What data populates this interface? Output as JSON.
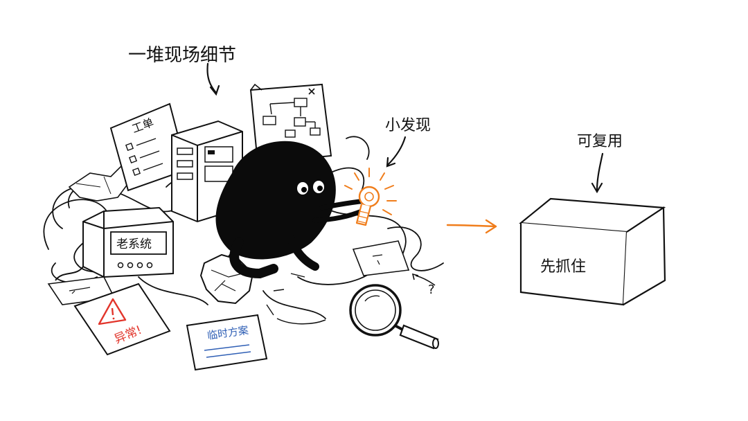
{
  "labels": {
    "pile_details": "一堆现场细节",
    "small_finding": "小发现",
    "reusable": "可复用",
    "grab_first": "先抓住",
    "work_order": "工单",
    "legacy_system": "老系统",
    "exception": "异常!",
    "temp_solution": "临时方案",
    "question_mark": "?"
  },
  "colors": {
    "ink": "#111111",
    "accent_orange": "#f07d1b",
    "warning_red": "#e2352b",
    "note_blue": "#2f5fb5"
  },
  "icons": {
    "warning": "warning-triangle-icon",
    "magnifier": "magnifying-glass-icon",
    "bolt": "bolt-icon",
    "box": "open-box-icon"
  }
}
